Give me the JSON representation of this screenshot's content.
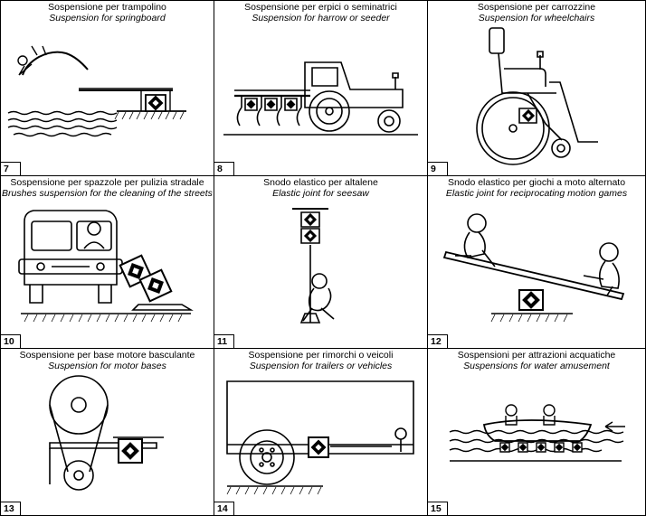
{
  "panels": [
    {
      "number": "7",
      "title_it": "Sospensione per trampolino",
      "title_en": "Suspension for springboard",
      "illustration": "springboard"
    },
    {
      "number": "8",
      "title_it": "Sospensione per erpici o seminatrici",
      "title_en": "Suspension for harrow or seeder",
      "illustration": "tractor-harrow"
    },
    {
      "number": "9",
      "title_it": "Sospensione per carrozzine",
      "title_en": "Suspension for wheelchairs",
      "illustration": "wheelchair"
    },
    {
      "number": "10",
      "title_it": "Sospensione per spazzole per pulizia stradale",
      "title_en": "Brushes suspension for the cleaning of the streets",
      "illustration": "street-sweeper"
    },
    {
      "number": "11",
      "title_it": "Snodo elastico per altalene",
      "title_en": "Elastic joint for seesaw",
      "illustration": "swing"
    },
    {
      "number": "12",
      "title_it": "Snodo elastico per giochi a moto alternato",
      "title_en": "Elastic joint for reciprocating motion games",
      "illustration": "seesaw"
    },
    {
      "number": "13",
      "title_it": "Sospensione per base motore basculante",
      "title_en": "Suspension for motor bases",
      "illustration": "motor-base"
    },
    {
      "number": "14",
      "title_it": "Sospensione per rimorchi o veicoli",
      "title_en": "Suspension for trailers or vehicles",
      "illustration": "trailer"
    },
    {
      "number": "15",
      "title_it": "Sospensioni per attrazioni acquatiche",
      "title_en": "Suspensions for water amusement",
      "illustration": "water-raft"
    }
  ]
}
